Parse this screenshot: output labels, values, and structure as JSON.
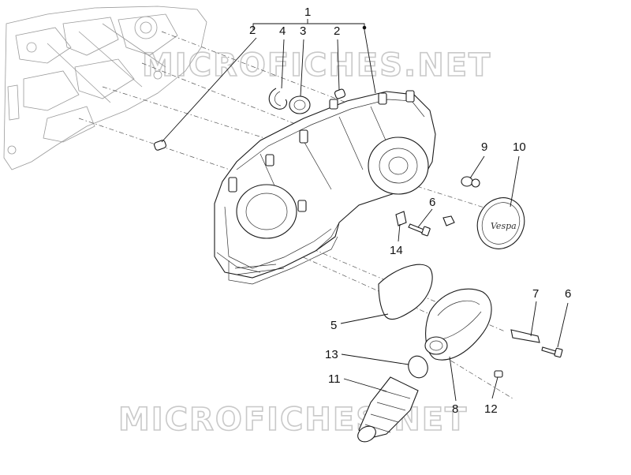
{
  "watermark": "MICROFICHES.NET",
  "callouts": {
    "c1": "1",
    "c2a": "2",
    "c4": "4",
    "c3": "3",
    "c2b": "2",
    "c9": "9",
    "c10": "10",
    "c6a": "6",
    "c14": "14",
    "c7": "7",
    "c6b": "6",
    "c5": "5",
    "c13": "13",
    "c11": "11",
    "c8": "8",
    "c12": "12"
  },
  "badge_text": "Vespa"
}
